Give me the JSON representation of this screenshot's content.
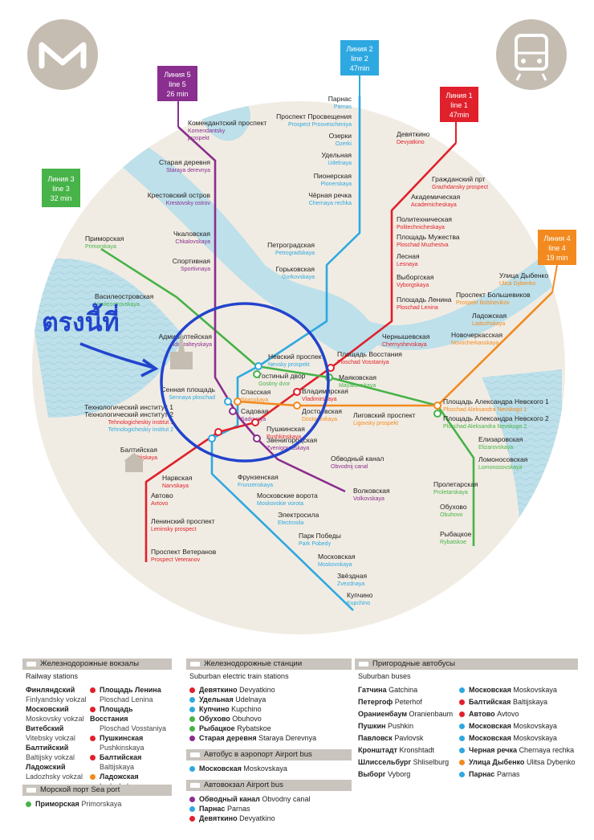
{
  "colors": {
    "line1": "#e0202b",
    "line2": "#2ea8e0",
    "line3": "#47b348",
    "line4": "#f28a1f",
    "line5": "#8a2e8f",
    "water": "#bde0ea",
    "land": "#f1ece3",
    "pen": "#2244cc"
  },
  "lines": {
    "l1": {
      "ru": "Линия 1",
      "en": "line 1",
      "time": "47min"
    },
    "l2": {
      "ru": "Линия 2",
      "en": "line 2",
      "time": "47min"
    },
    "l3": {
      "ru": "Линия 3",
      "en": "line 3",
      "time": "32 min"
    },
    "l4": {
      "ru": "Линия 4",
      "en": "line 4",
      "time": "19 min"
    },
    "l5": {
      "ru": "Линия 5",
      "en": "line 5",
      "time": "26 min"
    }
  },
  "stations": {
    "parnas": {
      "ru": "Парнас",
      "en": "Parnas"
    },
    "prosveshcheniya": {
      "ru": "Проспект  Просвещения",
      "en": "Prospect Prosvescheniya"
    },
    "ozerki": {
      "ru": "Озерки",
      "en": "Ozerki"
    },
    "udelnaya": {
      "ru": "Удельная",
      "en": "Udelnaya"
    },
    "pionerskaya": {
      "ru": "Пионерская",
      "en": "Pionerskaya"
    },
    "chernaya": {
      "ru": "Чёрная речка",
      "en": "Chernaya rechka"
    },
    "petrogradskaya": {
      "ru": "Петроградская",
      "en": "Petrogradskaya"
    },
    "gorkovskaya": {
      "ru": "Горьковская",
      "en": "Gorkovskaya"
    },
    "nevsky": {
      "ru": "Невский проспект",
      "en": "Nevsky prospekt"
    },
    "gostiny": {
      "ru": "Гостиный двор",
      "en": "Gostiny dvor"
    },
    "sennaya": {
      "ru": "Сенная площадь",
      "en": "Sennaya ploschad"
    },
    "tech": {
      "ru1": "Технологический институт 1",
      "ru2": "Технологический институт 2",
      "en1": "Tehnologicheskiy institut 1",
      "en2": "Tehnologicheskiy institut 2"
    },
    "frunzenskaya": {
      "ru": "Фрунзенская",
      "en": "Frunzenskaya"
    },
    "mosvorota": {
      "ru": "Московские ворота",
      "en": "Moskovskie vorota"
    },
    "elektrosila": {
      "ru": "Электросила",
      "en": "Electrosila"
    },
    "parkpobedy": {
      "ru": "Парк Победы",
      "en": "Park Pobedy"
    },
    "moskovskaya": {
      "ru": "Московская",
      "en": "Moskovskaya"
    },
    "zvezdnaya": {
      "ru": "Звёздная",
      "en": "Zvezdnaya"
    },
    "kupchino": {
      "ru": "Купчино",
      "en": "Kupchino"
    },
    "devyatkino": {
      "ru": "Девяткино",
      "en": "Devyatkino"
    },
    "grazhdansky": {
      "ru": "Гражданский прт",
      "en": "Grazhdansky prospect"
    },
    "akadem": {
      "ru": "Академическая",
      "en": "Academicheskaya"
    },
    "politekh": {
      "ru": "Политехническая",
      "en": "Politechnicheskaya"
    },
    "muzhestva": {
      "ru": "Площадь Мужества",
      "en": "Ploschad Muzhestva"
    },
    "lesnaya": {
      "ru": "Лесная",
      "en": "Lesnaya"
    },
    "vyborgskaya": {
      "ru": "Выборгская",
      "en": "Vyborgskaya"
    },
    "lenina": {
      "ru": "Площадь Ленина",
      "en": "Ploschad Lenina"
    },
    "chernyshevskaya": {
      "ru": "Чернышевская",
      "en": "Chernyshevskaya"
    },
    "vosstaniya": {
      "ru": "Площадь Восстания",
      "en": "Ploschad Vosstaniya"
    },
    "vladimirskaya": {
      "ru": "Владимирская",
      "en": "Vladimirskaya"
    },
    "pushkinskaya": {
      "ru": "Пушкинская",
      "en": "Pushkinskaya"
    },
    "baltiyskaya": {
      "ru": "Балтийская",
      "en": "Baltijskaya"
    },
    "narvskaya": {
      "ru": "Нарвская",
      "en": "Narvskaya"
    },
    "avtovo": {
      "ru": "Автово",
      "en": "Avtovo"
    },
    "leninsky": {
      "ru": "Ленинский проспект",
      "en": "Leninsky prospect"
    },
    "veteranov": {
      "ru": "Проспект Ветеранов",
      "en": "Prospect Veteranov"
    },
    "primorskaya": {
      "ru": "Приморская",
      "en": "Primorskaya"
    },
    "vasileostr": {
      "ru": "Василеостровская",
      "en": "Vasileostrovskaya"
    },
    "mayakovskaya": {
      "ru": "Маяковская",
      "en": "Mayakovskaya"
    },
    "anevsky": {
      "ru1": "Площадь Александра Невского 1",
      "en1": "Ploschad Aleksandra Nevskogo 1",
      "ru2": "Площадь Александра Невского 2",
      "en2": "Ploschad Aleksandra Nevskogo 2"
    },
    "elizarovskaya": {
      "ru": "Елизаровская",
      "en": "Elizarovskaya"
    },
    "lomonosovskaya": {
      "ru": "Ломоносовская",
      "en": "Lomonosovskaya"
    },
    "proletarskaya": {
      "ru": "Пролетарская",
      "en": "Proletarskaya"
    },
    "obukhovo": {
      "ru": "Обухово",
      "en": "Obuhovo"
    },
    "rybatskoe": {
      "ru": "Рыбацкое",
      "en": "Rybatskoe"
    },
    "spasskaya": {
      "ru": "Спасская",
      "en": "Spasskaya"
    },
    "dostoevskaya": {
      "ru": "Достоевская",
      "en": "Dostoevskaya"
    },
    "ligovsky": {
      "ru": "Лиговский проспект",
      "en": "Ligovsky prospekt"
    },
    "novocherk": {
      "ru": "Новочеркасская",
      "en": "Novocherkasskaya"
    },
    "ladozhskaya": {
      "ru": "Ладожская",
      "en": "Ladozhskaya"
    },
    "bolshevikov": {
      "ru": "Проспект Большевиков",
      "en": "Prospekt Bolshevikov"
    },
    "dybenko": {
      "ru": "Улица Дыбенко",
      "en": "Ulica Dybenko"
    },
    "komendantsky": {
      "ru": "Комендантский проспект",
      "en1": "Komendantsky",
      "en2": "prospekt"
    },
    "staraya": {
      "ru": "Старая деревня",
      "en": "Staraya derevnya"
    },
    "krestovsky": {
      "ru": "Крестовский остров",
      "en": "Krestovsky ostrov"
    },
    "chkalovskaya": {
      "ru": "Чкаловская",
      "en": "Chkalovskaya"
    },
    "sportivnaya": {
      "ru": "Спортивная",
      "en": "Sportivnaya"
    },
    "admiralteyskaya": {
      "ru": "Адмиралтейская",
      "en": "Admiralteyskaya"
    },
    "sadovaya": {
      "ru": "Садовая",
      "en": "Sadovaya"
    },
    "zvenigorodskaya": {
      "ru": "Звенигородская",
      "en": "Zvenigorodskaya"
    },
    "obvodny": {
      "ru": "Обводный канал",
      "en": "Obvodnij canal"
    },
    "volkovskaya": {
      "ru": "Волковская",
      "en": "Volkovskaya"
    }
  },
  "annotation": {
    "text": "ตรงนี้ที่"
  },
  "legend": {
    "railway": {
      "title": "Железнодорожные вокзалы",
      "title_en": "Railway stations",
      "left": [
        {
          "ru": "Финляндский",
          "en": "Finlyandsky vokzal"
        },
        {
          "ru": "Московский",
          "en": "Moskovsky  vokzal"
        },
        {
          "ru": "Витебский",
          "en": "Vitebsky vokzal"
        },
        {
          "ru": "Балтийский",
          "en": "Baltijsky vokzal"
        },
        {
          "ru": "Ладожский",
          "en": "Ladozhsky vokzal"
        }
      ],
      "right": [
        {
          "ru": "Площадь Ленина",
          "en": "Ploschad Lenina"
        },
        {
          "ru": "Площадь Восстания",
          "en": "Ploschad Vosstaniya"
        },
        {
          "ru": "Пушкинская",
          "en": "Pushkinskaya"
        },
        {
          "ru": "Балтийская",
          "en": "Baltijskaya"
        },
        {
          "ru": "Ладожская",
          "en": "Ladozhskaya"
        }
      ]
    },
    "seaport": {
      "title": "Морской порт Sea port",
      "ru": "Приморская",
      "en": "Primorskaya"
    },
    "suburban": {
      "title": "Железнодорожные станции",
      "title_en": "Suburban electric train stations",
      "items": [
        {
          "ru": "Девяткино",
          "en": "Devyatkino"
        },
        {
          "ru": "Удельная",
          "en": "Udelnaya"
        },
        {
          "ru": "Купчино",
          "en": "Kupchino"
        },
        {
          "ru": "Обухово",
          "en": "Obuhovo"
        },
        {
          "ru": "Рыбацкое",
          "en": "Rybatskoe"
        },
        {
          "ru": "Старая деревня",
          "en": "Staraya Derevnya"
        }
      ]
    },
    "airportbus": {
      "title": "Автобус в аэропорт Airport bus",
      "ru": "Московская",
      "en": "Moskovskaya"
    },
    "busterminal": {
      "title": "Автовокзал Airport bus",
      "items": [
        {
          "ru": "Обводный канал",
          "en": "Obvodny canal"
        },
        {
          "ru": "Парнас",
          "en": "Parnas"
        },
        {
          "ru": "Девяткино",
          "en": "Devyatkino"
        }
      ]
    },
    "buses": {
      "title": "Пригородные автобусы",
      "title_en": "Suburban buses",
      "items": [
        {
          "ru": "Гатчина",
          "en": "Gatchina",
          "sru": "Московская",
          "sen": "Moskovskaya"
        },
        {
          "ru": "Петергоф",
          "en": "Peterhof",
          "sru": "Балтийская",
          "sen": "Baltijskaya"
        },
        {
          "ru": "Ораниенбаум",
          "en": "Oranienbaum",
          "sru": "Автово",
          "sen": "Avtovo"
        },
        {
          "ru": "Пушкин",
          "en": "Pushkin",
          "sru": "Московская",
          "sen": "Moskovskaya"
        },
        {
          "ru": "Павловск",
          "en": "Pavlovsk",
          "sru": "Московская",
          "sen": "Moskovskaya"
        },
        {
          "ru": "Кронштадт",
          "en": "Kronshtadt",
          "sru": "Черная речка",
          "sen": "Chernaya rechka"
        },
        {
          "ru": "Шлиссельбург",
          "en": "Shliselburg",
          "sru": "Улица Дыбенко",
          "sen": "Ulitsa Dybenko"
        },
        {
          "ru": "Выборг",
          "en": "Vyborg",
          "sru": "Парнас",
          "sen": "Parnas"
        }
      ]
    }
  }
}
